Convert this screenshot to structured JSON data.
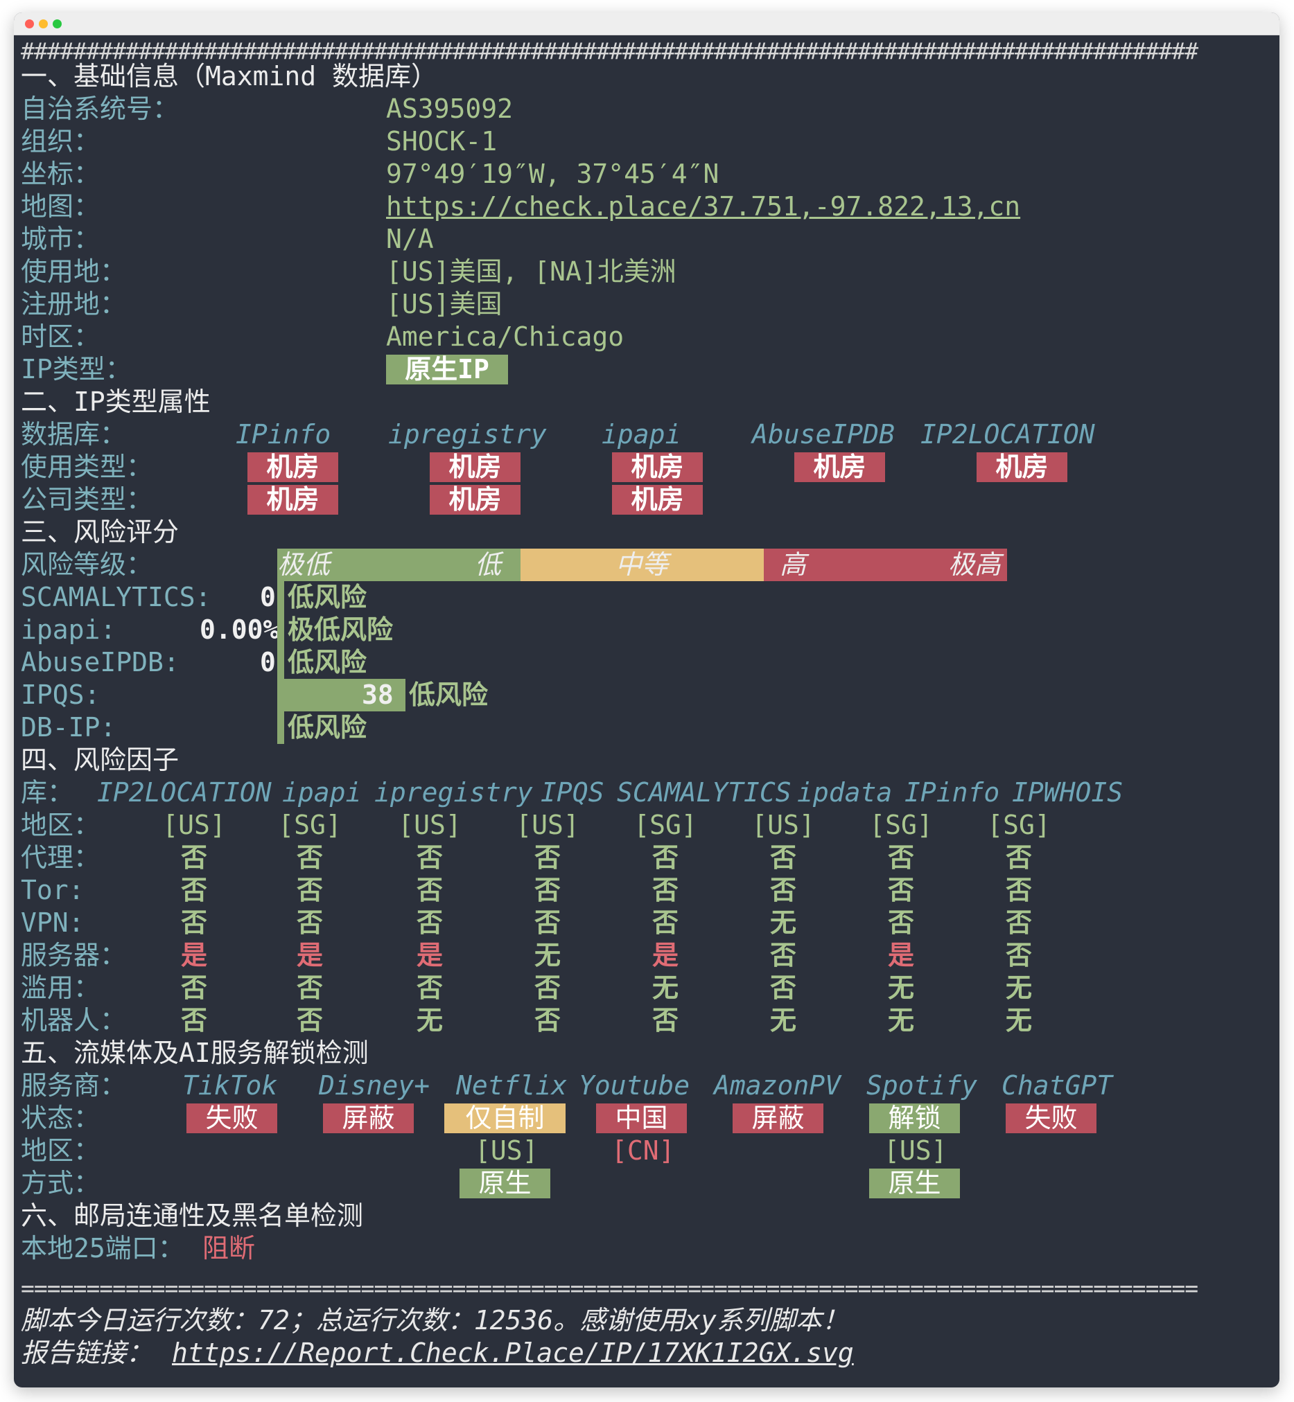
{
  "window": {
    "title": ""
  },
  "separator_top": "##########################################################################################",
  "section1": {
    "title": "一、基础信息（Maxmind 数据库）",
    "rows": [
      {
        "label": "自治系统号：",
        "value": "AS395092"
      },
      {
        "label": "组织：",
        "value": "SHOCK-1"
      },
      {
        "label": "坐标：",
        "value": "97°49′19″W, 37°45′4″N"
      },
      {
        "label": "地图：",
        "value": "https://check.place/37.751,-97.822,13,cn"
      },
      {
        "label": "城市：",
        "value": "N/A"
      },
      {
        "label": "使用地：",
        "value": "[US]美国, [NA]北美洲"
      },
      {
        "label": "注册地：",
        "value": "[US]美国"
      },
      {
        "label": "时区：",
        "value": "America/Chicago"
      },
      {
        "label": "IP类型：",
        "value": "原生IP"
      }
    ]
  },
  "section2": {
    "title": "二、IP类型属性",
    "db_label": "数据库：",
    "databases": [
      "IPinfo",
      "ipregistry",
      "ipapi",
      "AbuseIPDB",
      "IP2LOCATION"
    ],
    "usage_label": "使用类型：",
    "usage": [
      "机房",
      "机房",
      "机房",
      "机房",
      "机房"
    ],
    "company_label": "公司类型：",
    "company": [
      "机房",
      "机房",
      "机房"
    ]
  },
  "section3": {
    "title": "三、风险评分",
    "level_label": "风险等级：",
    "levels": [
      "极低",
      "低",
      "中等",
      "高",
      "极高"
    ],
    "scores": [
      {
        "label": "SCAMALYTICS:",
        "score": "0",
        "text": "低风险",
        "fraction": 0
      },
      {
        "label": "ipapi:",
        "score": "0.00%",
        "text": "极低风险",
        "fraction": 0
      },
      {
        "label": "AbuseIPDB:",
        "score": "0",
        "text": "低风险",
        "fraction": 0
      },
      {
        "label": "IPQS:",
        "score": "38",
        "text": "低风险",
        "fraction": 0.38
      },
      {
        "label": "DB-IP:",
        "score": "",
        "text": "低风险",
        "fraction": 0
      }
    ]
  },
  "section4": {
    "title": "四、风险因子",
    "lib_label": "库：",
    "libs": [
      "IP2LOCATION",
      "ipapi",
      "ipregistry",
      "IPQS",
      "SCAMALYTICS",
      "ipdata",
      "IPinfo",
      "IPWHOIS"
    ],
    "rows": [
      {
        "label": "地区：",
        "values": [
          "[US]",
          "[SG]",
          "[US]",
          "[US]",
          "[SG]",
          "[US]",
          "[SG]",
          "[SG]"
        ]
      },
      {
        "label": "代理：",
        "values": [
          "否",
          "否",
          "否",
          "否",
          "否",
          "否",
          "否",
          "否"
        ]
      },
      {
        "label": "Tor:",
        "values": [
          "否",
          "否",
          "否",
          "否",
          "否",
          "否",
          "否",
          "否"
        ]
      },
      {
        "label": "VPN:",
        "values": [
          "否",
          "否",
          "否",
          "否",
          "否",
          "无",
          "否",
          "否"
        ]
      },
      {
        "label": "服务器：",
        "values": [
          "是",
          "是",
          "是",
          "无",
          "是",
          "否",
          "是",
          "否"
        ]
      },
      {
        "label": "滥用：",
        "values": [
          "否",
          "否",
          "否",
          "否",
          "无",
          "否",
          "无",
          "无"
        ]
      },
      {
        "label": "机器人：",
        "values": [
          "否",
          "否",
          "无",
          "否",
          "否",
          "无",
          "无",
          "无"
        ]
      }
    ]
  },
  "section5": {
    "title": "五、流媒体及AI服务解锁检测",
    "provider_label": "服务商：",
    "providers": [
      "TikTok",
      "Disney+",
      "Netflix",
      "Youtube",
      "AmazonPV",
      "Spotify",
      "ChatGPT"
    ],
    "status_label": "状态：",
    "statuses": [
      "失败",
      "屏蔽",
      "仅自制",
      "中国",
      "屏蔽",
      "解锁",
      "失败"
    ],
    "region_label": "地区：",
    "regions": [
      "",
      "",
      "[US]",
      "[CN]",
      "",
      "[US]",
      ""
    ],
    "method_label": "方式：",
    "methods": [
      "",
      "",
      "原生",
      "",
      "",
      "原生",
      ""
    ]
  },
  "section6": {
    "title": "六、邮局连通性及黑名单检测",
    "port_label": "本地25端口：",
    "port_value": "阻断"
  },
  "separator_bottom": "==========================================================================================",
  "footer": {
    "runs": "脚本今日运行次数：72；总运行次数：12536。感谢使用xy系列脚本！",
    "report_label": "报告链接：",
    "report_link": "https://Report.Check.Place/IP/17XK1I2GX.svg"
  },
  "colors": {
    "background": "#2b303b",
    "label": "#7fb2bd",
    "green": "#a9c58f",
    "red_badge": "#b8505d",
    "green_badge": "#8aa870",
    "yellow_badge": "#e5c07b",
    "red_text": "#e06c75"
  }
}
